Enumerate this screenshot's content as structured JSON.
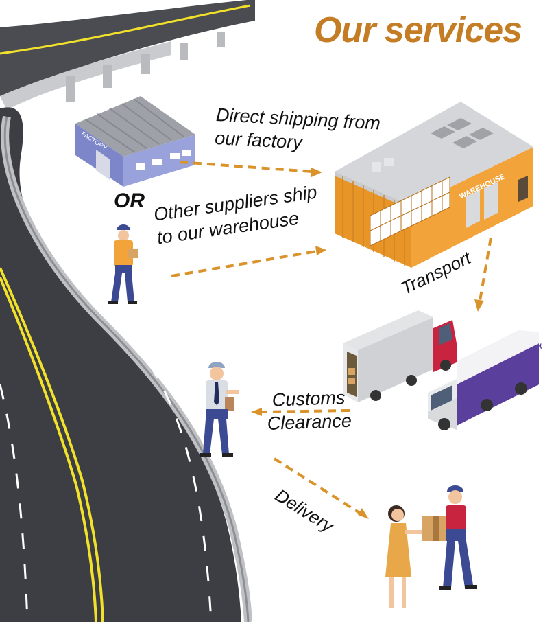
{
  "title": "Our services",
  "colors": {
    "title": "#c47d24",
    "arrow": "#d9932a",
    "warehouse": "#f2a33a",
    "factory": "#7d86c9",
    "road": "#3c3e44",
    "road_line": "#f1e12a",
    "truck_purple": "#5a3f9c",
    "truck_red": "#c8243f"
  },
  "labels": {
    "direct_shipping": [
      "Direct shipping from",
      "our factory"
    ],
    "or": "OR",
    "other_suppliers": [
      "Other suppliers ship",
      "to our warehouse"
    ],
    "transport": "Transport",
    "customs": [
      "Customs",
      "Clearance"
    ],
    "delivery": "Delivery"
  },
  "signs": {
    "factory": "FACTORY",
    "warehouse": "WAREHOUSE",
    "truck": "DELIVERY"
  },
  "icons": [
    "road",
    "factory-building",
    "warehouse-building",
    "worker-with-box",
    "open-cargo-truck",
    "delivery-truck",
    "customs-officer-with-clipboard",
    "courier-handing-package"
  ]
}
